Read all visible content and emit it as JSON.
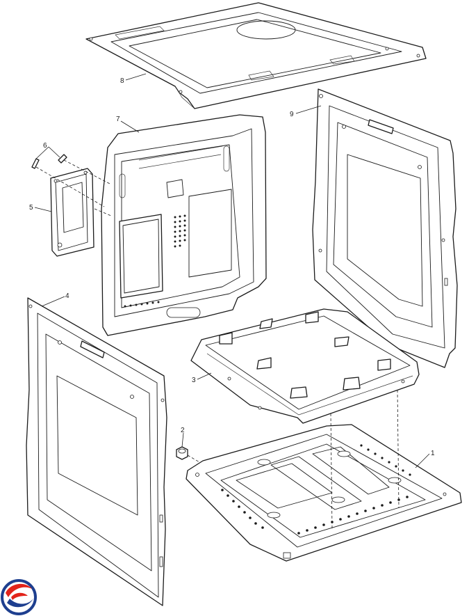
{
  "callouts": {
    "c1": "1",
    "c2": "2",
    "c3": "3",
    "c4": "4",
    "c5": "5",
    "c6": "6",
    "c7": "7",
    "c8": "8",
    "c9": "9"
  },
  "logo": {
    "colors": {
      "red": "#e2231a",
      "blue": "#1e3f8f"
    }
  }
}
